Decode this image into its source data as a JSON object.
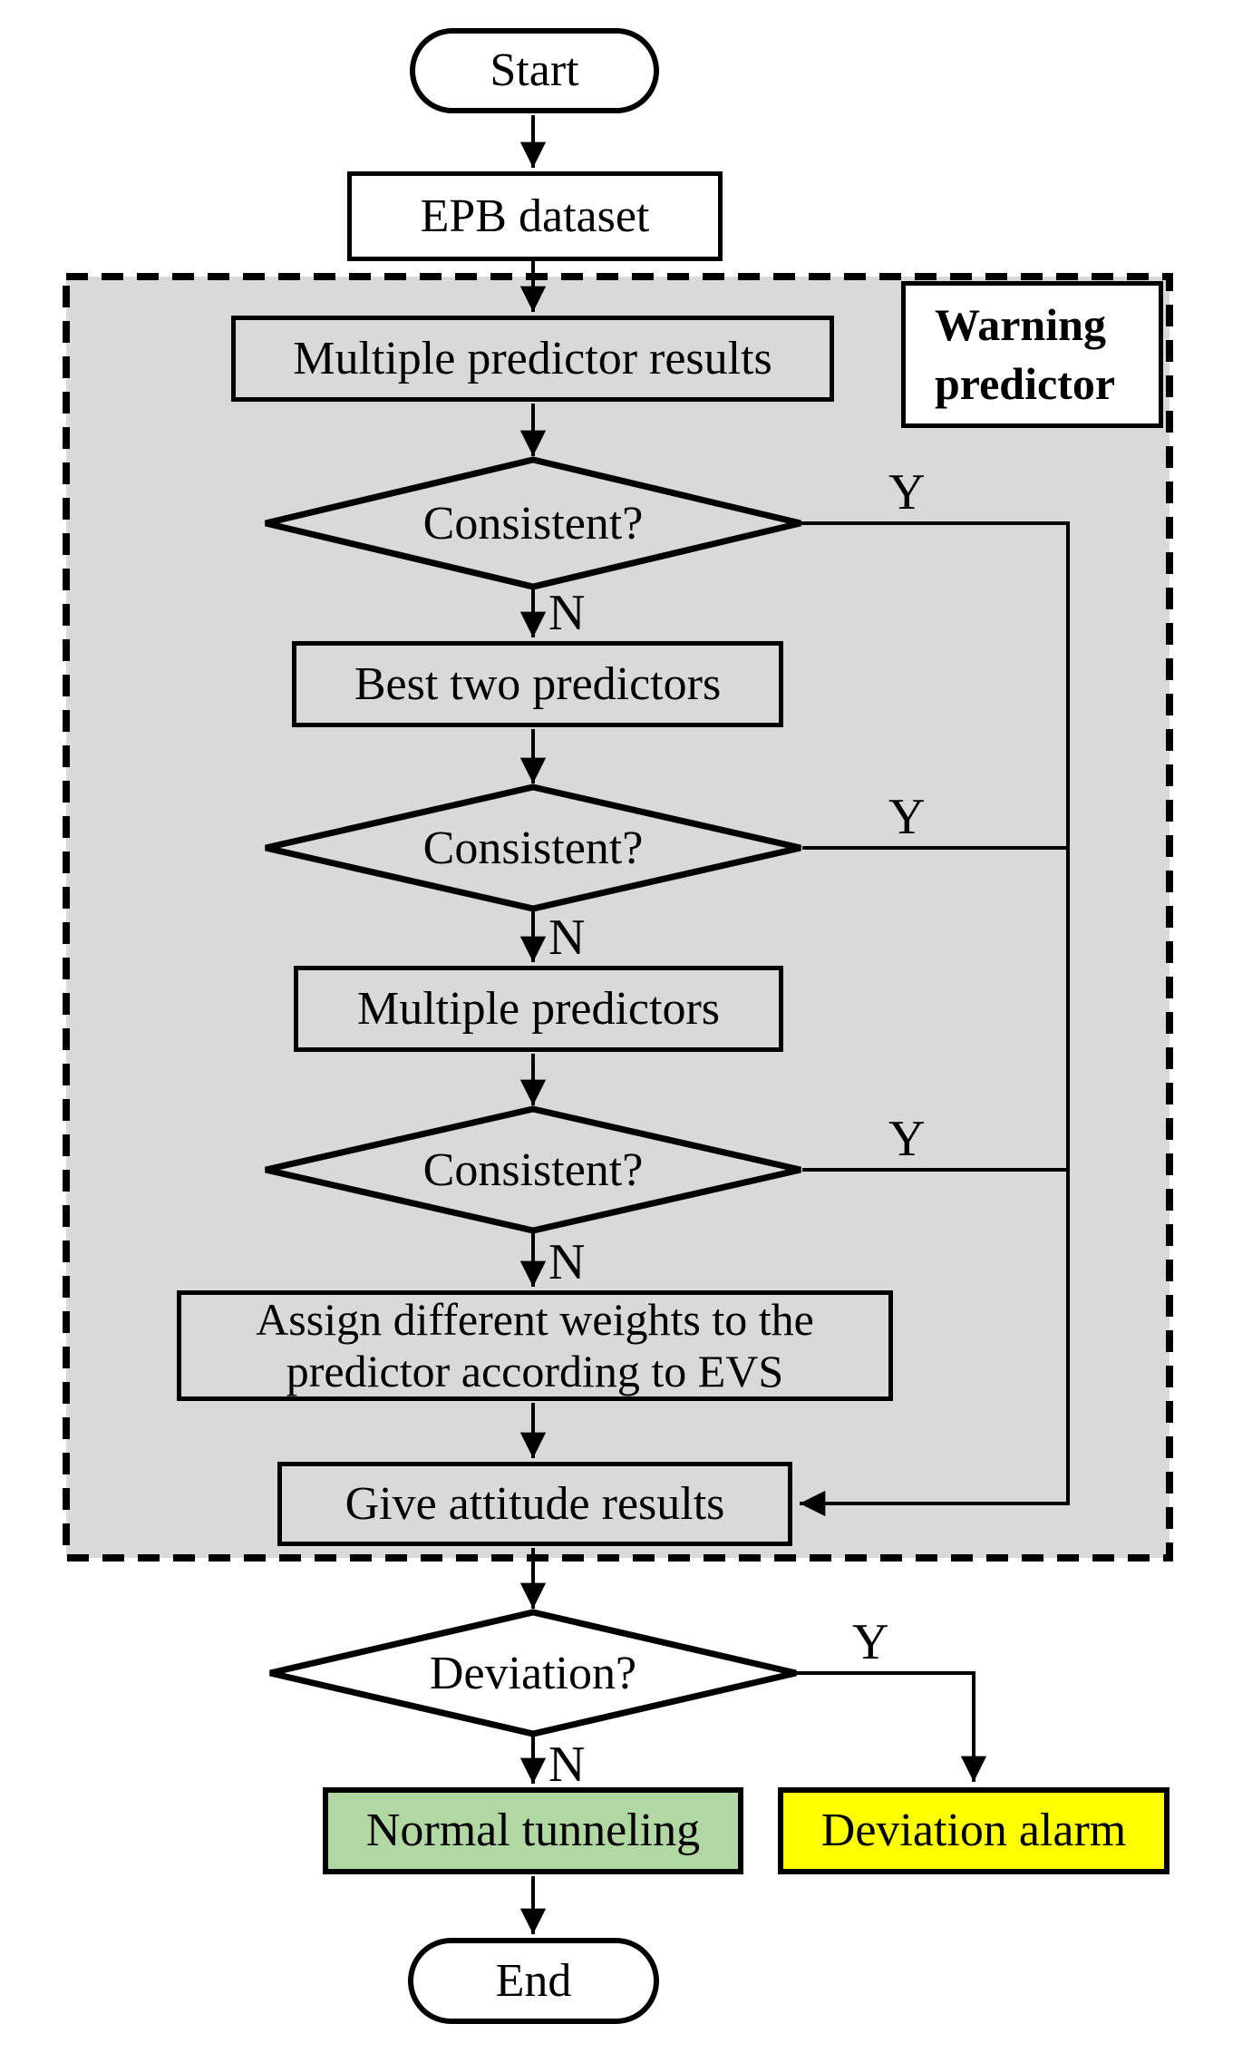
{
  "colors": {
    "container_bg": "#d9d9d9",
    "normal_bg": "#b1d7a2",
    "alarm_bg": "#ffff00",
    "line": "#000000",
    "node_bg": "#ffffff"
  },
  "nodes": {
    "start": "Start",
    "epb_dataset": "EPB dataset",
    "warning_predictor": "Warning predictor",
    "multiple_predictor_results": "Multiple predictor results",
    "consistent_1": "Consistent?",
    "best_two_predictors": "Best two predictors",
    "consistent_2": "Consistent?",
    "multiple_predictors": "Multiple predictors",
    "consistent_3": "Consistent?",
    "assign_weights": "Assign different weights to the predictor according to EVS",
    "give_attitude_results": "Give attitude results",
    "deviation": "Deviation?",
    "normal_tunneling": "Normal tunneling",
    "deviation_alarm": "Deviation alarm",
    "end": "End"
  },
  "branch_labels": {
    "consistent_1_yes": "Y",
    "consistent_1_no": "N",
    "consistent_2_yes": "Y",
    "consistent_2_no": "N",
    "consistent_3_yes": "Y",
    "consistent_3_no": "N",
    "deviation_yes": "Y",
    "deviation_no": "N"
  }
}
